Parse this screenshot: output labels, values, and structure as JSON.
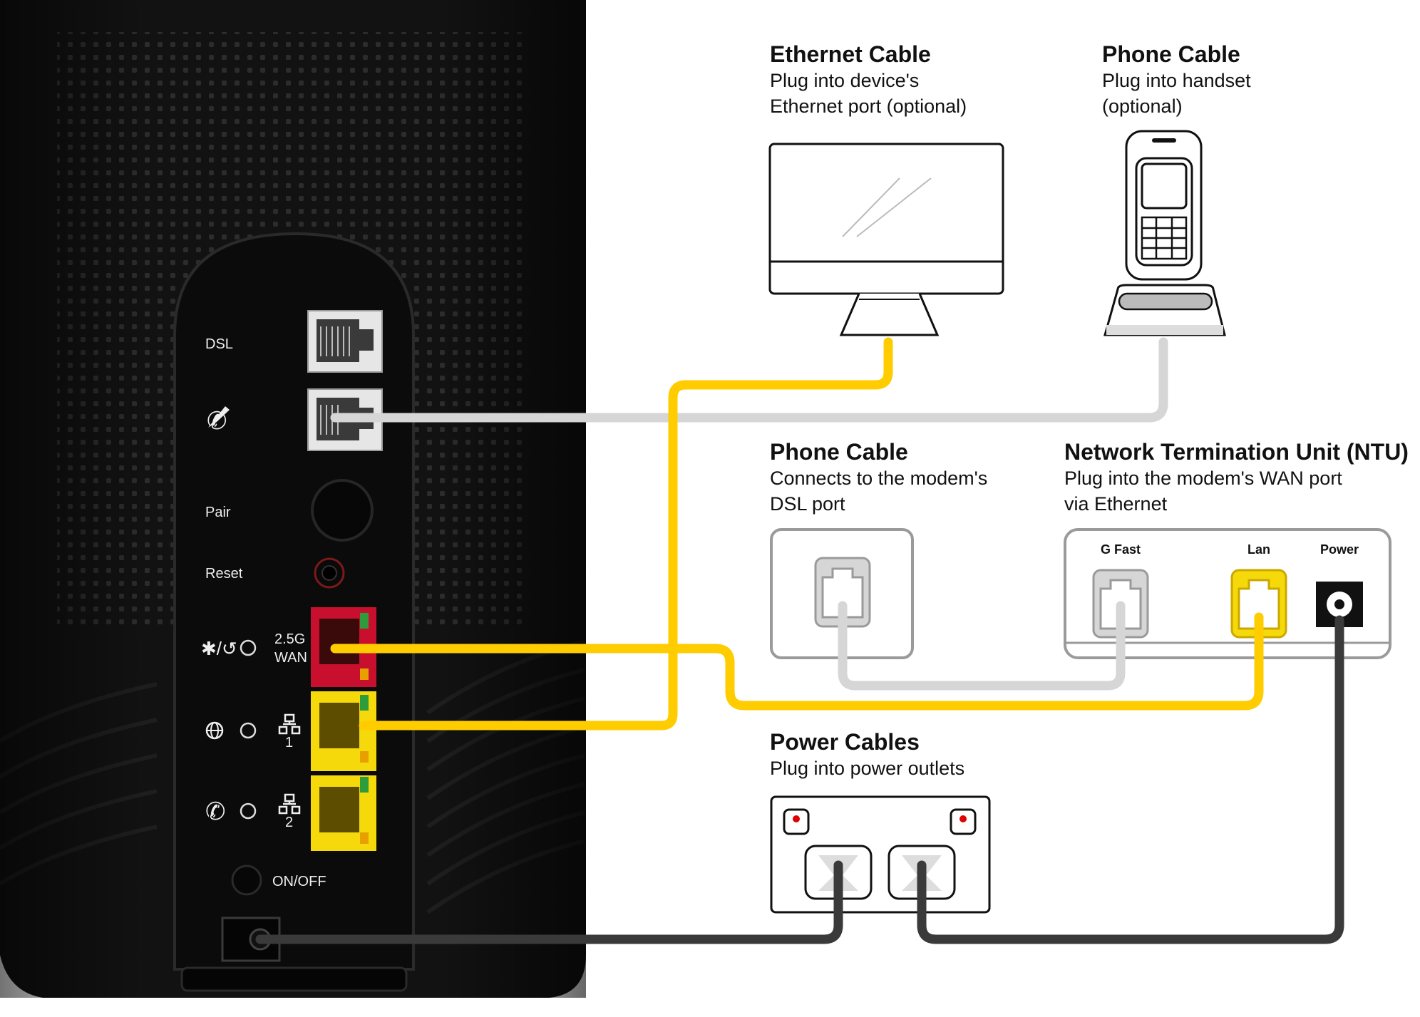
{
  "modem": {
    "labels": {
      "dsl": "DSL",
      "pair": "Pair",
      "reset": "Reset",
      "wan_line1": "2.5G",
      "wan_line2": "WAN",
      "lan1_number": "1",
      "lan2_number": "2",
      "on_off": "ON/OFF"
    }
  },
  "computer": {
    "title": "Ethernet Cable",
    "desc_line1": "Plug into device's",
    "desc_line2": "Ethernet port (optional)"
  },
  "handset": {
    "title": "Phone Cable",
    "desc_line1": "Plug into handset",
    "desc_line2": "(optional)"
  },
  "wall_jack": {
    "title": "Phone Cable",
    "desc_line1": "Connects to the modem's",
    "desc_line2": "DSL port"
  },
  "ntu": {
    "title": "Network Termination Unit (NTU)",
    "desc_line1": "Plug into the modem's WAN port",
    "desc_line2": "via Ethernet",
    "port_gfast": "G Fast",
    "port_lan": "Lan",
    "port_power": "Power"
  },
  "power_outlet": {
    "title": "Power Cables",
    "desc_line1": "Plug into power outlets"
  },
  "colors": {
    "ethernet_cable": "#ffcc00",
    "phone_cable": "#d6d6d6",
    "power_cable": "#3a3a3a",
    "wan_port": "#c8102e",
    "lan_port": "#f5d90a",
    "modem_body": "#121212"
  }
}
